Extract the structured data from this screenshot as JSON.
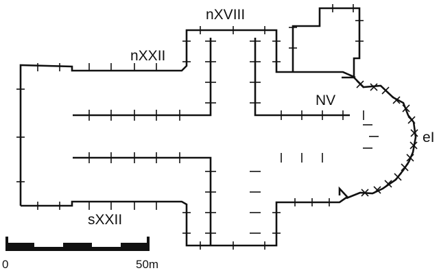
{
  "labels": {
    "north_transept": "nXVIII",
    "north_nave": "nXXII",
    "choir": "NV",
    "axial": "eI",
    "south_nave": "sXXII"
  },
  "scale": {
    "start": "0",
    "end": "50m"
  },
  "colors": {
    "ink": "#111111",
    "background": "#ffffff"
  }
}
